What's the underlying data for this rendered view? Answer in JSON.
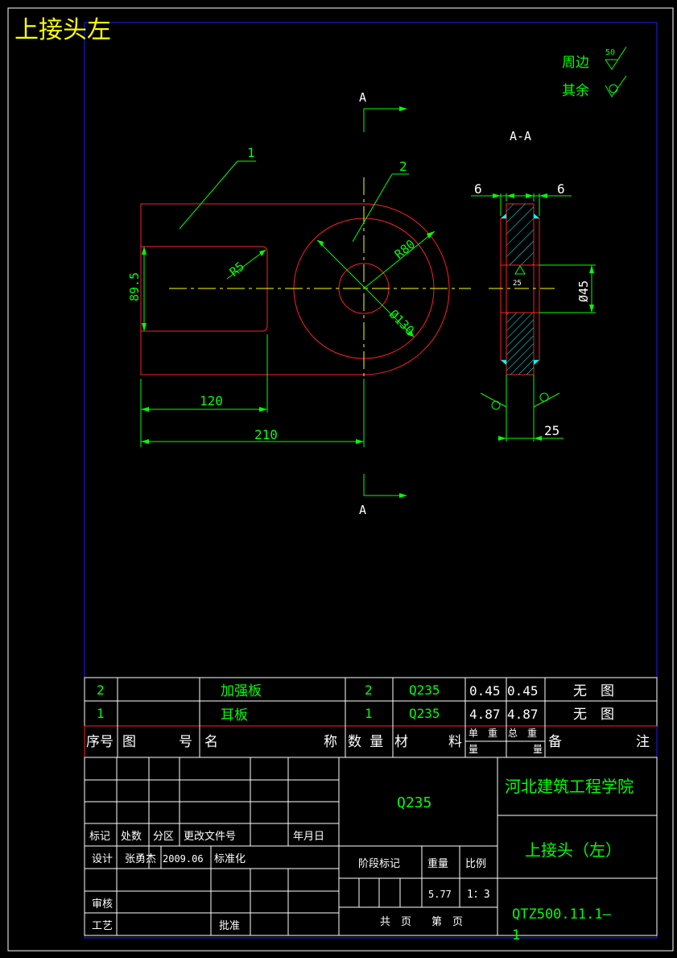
{
  "title": "上接头左",
  "roughness": {
    "perimeter_label": "周边",
    "perimeter_value": "50",
    "other_label": "其余"
  },
  "view": {
    "section_mark": "A",
    "section_title": "A-A",
    "balloon_1": "1",
    "balloon_2": "2"
  },
  "dimensions": {
    "height": "89.5",
    "r_small": "R5",
    "r_outer": "R80",
    "dia_hole": "Ø130",
    "len_120": "120",
    "len_210": "210",
    "thick_left": "6",
    "thick_right": "6",
    "dia_45": "Ø45",
    "weld": "25",
    "width_25": "25"
  },
  "parts_list": {
    "rows": [
      {
        "no": "2",
        "drawing_no": "",
        "name": "加强板",
        "qty": "2",
        "material": "Q235",
        "unit_wt": "0.45",
        "total_wt": "0.45",
        "remark": "无　图"
      },
      {
        "no": "1",
        "drawing_no": "",
        "name": "耳板",
        "qty": "1",
        "material": "Q235",
        "unit_wt": "4.87",
        "total_wt": "4.87",
        "remark": "无　图"
      }
    ],
    "header": {
      "no": "序号",
      "drawing_no_1": "图",
      "drawing_no_2": "号",
      "name_1": "名",
      "name_2": "称",
      "qty": "数 量",
      "material_1": "材",
      "material_2": "料",
      "unit_wt_1": "单　重",
      "unit_wt_2": "量",
      "total_wt_1": "总　重",
      "total_wt_2": "量",
      "remark_1": "备",
      "remark_2": "注"
    }
  },
  "title_block": {
    "material": "Q235",
    "institution": "河北建筑工程学院",
    "part_name": "上接头（左）",
    "drawing_code": "QTZ500.11.1—",
    "drawing_code_2": "1",
    "labels": {
      "mark": "标记",
      "count": "处数",
      "zone": "分区",
      "change_doc": "更改文件号",
      "date": "年月日",
      "design": "设计",
      "designer": "张勇杰",
      "design_date": "2009.06",
      "standard": "标准化",
      "stage": "阶段标记",
      "weight": "重量",
      "scale": "比例",
      "weight_val": "5.77",
      "scale_val": "1：3",
      "review": "审核",
      "process": "工艺",
      "approve": "批准",
      "total_pages": "共　页",
      "page_no": "第　页"
    }
  },
  "colors": {
    "outline": "#ff2020",
    "dimension": "#00ff00",
    "centerline": "#ffff00",
    "frame": "#2020ff",
    "background": "#000000"
  }
}
